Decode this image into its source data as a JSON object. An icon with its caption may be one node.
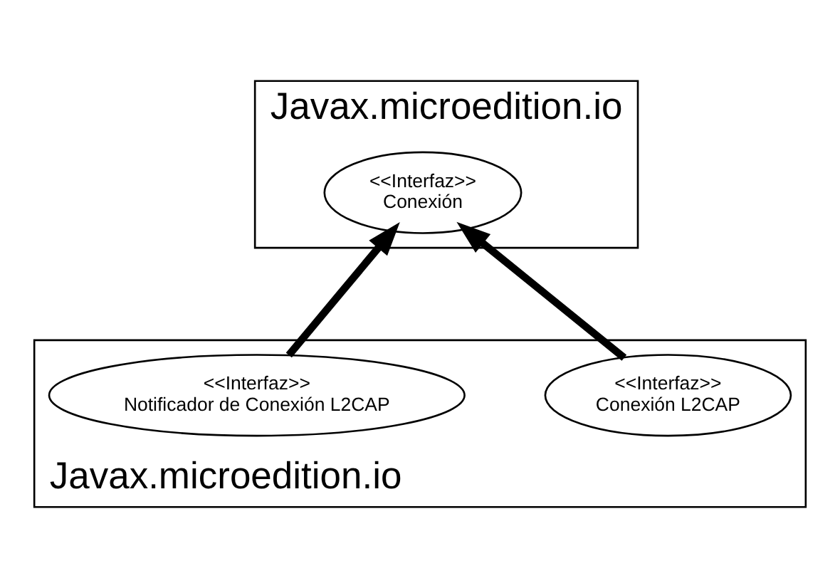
{
  "diagram": {
    "nodes": [
      {
        "text": [
          "Javax.microedition.io"
        ]
      },
      {
        "text": [
          "<<Interfaz>>",
          "Conexión"
        ],
        "in": 0
      },
      {
        "text": [
          "Javax.microedition.io"
        ]
      },
      {
        "text": [
          "<<Interfaz>>",
          "Conexión L2CAP"
        ],
        "in": 2
      },
      {
        "text": [
          "<<Interfaz>>",
          "Notificador de Conexión L2CAP"
        ],
        "in": 2
      }
    ],
    "edges": [
      {
        "from": 3,
        "to": 1,
        "arrow": "to"
      },
      {
        "from": 4,
        "to": 1,
        "arrow": "to"
      }
    ]
  }
}
